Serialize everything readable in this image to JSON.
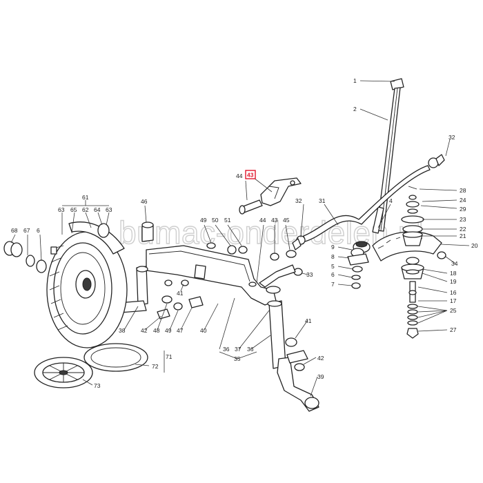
{
  "watermark": "bumac-onderdelen.nl",
  "highlight_color": "#e0152a",
  "labels": {
    "p1": "1",
    "p2": "2",
    "p32a": "32",
    "p44a": "44",
    "p43a": "43",
    "p28": "28",
    "p24": "24",
    "p29": "29",
    "p23": "23",
    "p22": "22",
    "p21": "21",
    "p20": "20",
    "p34": "34",
    "p18": "18",
    "p19": "19",
    "p16": "16",
    "p17": "17",
    "p25": "25",
    "p27": "27",
    "p32b": "32",
    "p31": "31",
    "p4": "4",
    "p9": "9",
    "p8": "8",
    "p5": "5",
    "p6": "6",
    "p7": "7",
    "p33": "33",
    "p46": "46",
    "p49a": "49",
    "p50": "50",
    "p51": "51",
    "p44b": "44",
    "p43b": "43",
    "p45": "45",
    "p61": "61",
    "p63a": "63",
    "p65": "65",
    "p62": "62",
    "p64": "64",
    "p63b": "63",
    "p68": "68",
    "p67": "67",
    "p66": "6",
    "p41a": "41",
    "p38": "38",
    "p42a": "42",
    "p48": "48",
    "p49b": "49",
    "p47": "47",
    "p40": "40",
    "p36a": "36",
    "p37": "37",
    "p36b": "36",
    "p35": "35",
    "p41b": "41",
    "p42b": "42",
    "p39": "39",
    "p71": "71",
    "p72": "72",
    "p73": "73"
  }
}
